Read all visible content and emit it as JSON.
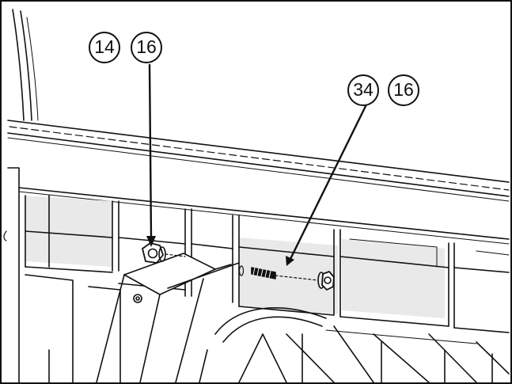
{
  "callouts": [
    {
      "group": "left",
      "labels": [
        "14",
        "16"
      ]
    },
    {
      "group": "right",
      "labels": [
        "34",
        "16"
      ]
    }
  ],
  "colors": {
    "line": "#111111",
    "paper": "#ffffff",
    "shade": "#e9e9e9"
  }
}
